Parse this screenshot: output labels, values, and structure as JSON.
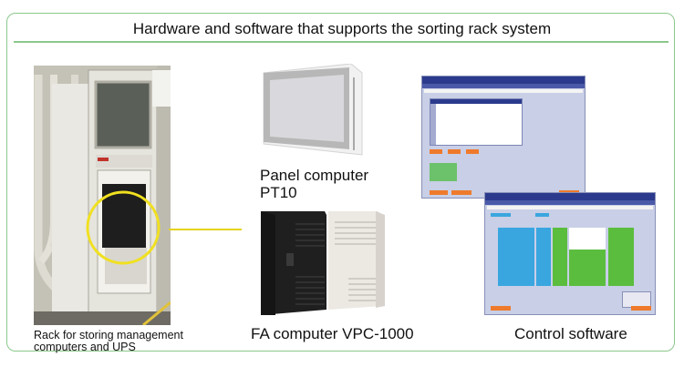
{
  "header": {
    "title": "Hardware and software that supports the sorting rack system"
  },
  "sections": {
    "rack": {
      "caption_line1": "Rack for storing management",
      "caption_line2": "computers and UPS",
      "image": "rack-photo"
    },
    "panel_computer": {
      "caption_line1": "Panel computer",
      "caption_line2": "PT10",
      "image": "panel-computer-photo"
    },
    "fa_computer": {
      "caption": "FA computer  VPC-1000",
      "image": "fa-computer-towers-photo"
    },
    "control_software": {
      "caption": "Control software",
      "image": "software-screenshots"
    }
  },
  "colors": {
    "frame_border": "#8cc88c",
    "highlight_circle": "#f0e020",
    "software_orange": "#ef7a2c",
    "software_cyan": "#3aa6e0",
    "software_green": "#5bbd3e",
    "software_titlebar": "#2b3a8c"
  }
}
